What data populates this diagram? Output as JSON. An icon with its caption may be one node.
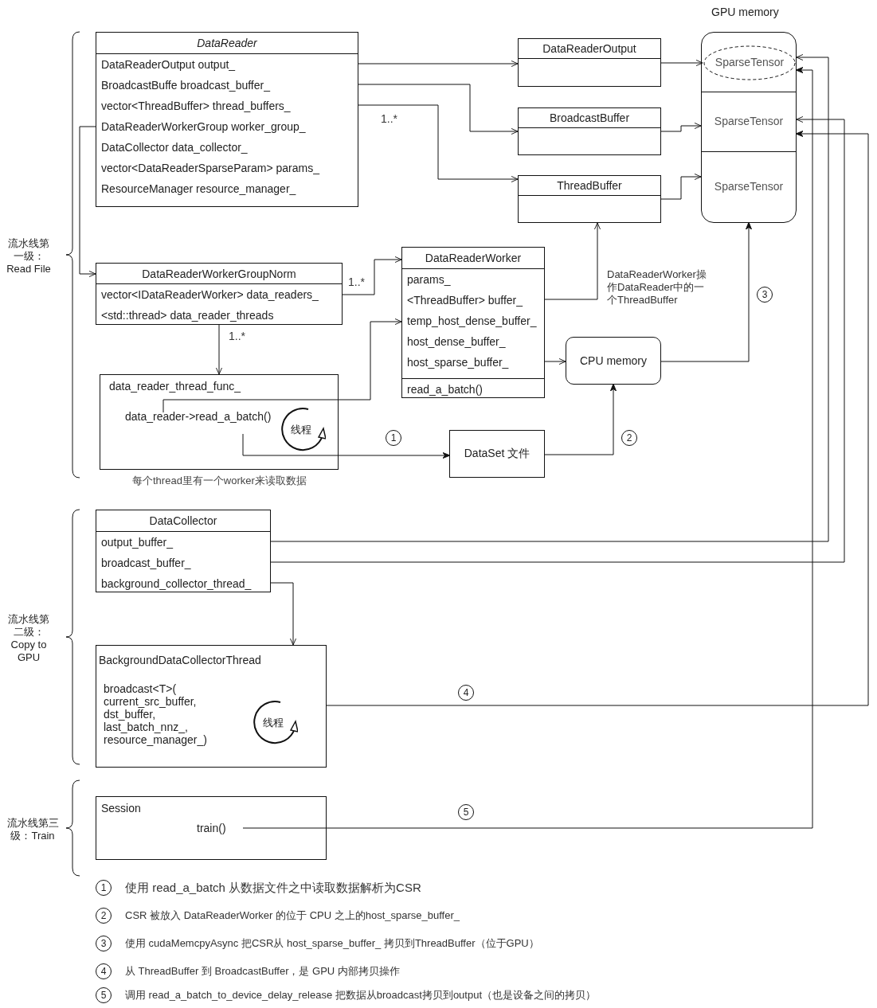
{
  "diagram": {
    "nodes": [
      {
        "text": [
          "DataReader",
          "DataReaderOutput output_",
          "BroadcastBuffe broadcast_buffer_",
          "vector<ThreadBuffer> thread_buffers_",
          "DataReaderWorkerGroup worker_group_",
          "DataCollector data_collector_",
          "vector<DataReaderSparseParam> params_",
          "ResourceManager resource_manager_"
        ]
      },
      {
        "text": [
          "DataReaderOutput"
        ]
      },
      {
        "text": [
          "BroadcastBuffer"
        ]
      },
      {
        "text": [
          "ThreadBuffer"
        ]
      },
      {
        "text": [
          "GPU memory"
        ]
      },
      {
        "text": [
          "SparseTensor"
        ],
        "in": 4
      },
      {
        "text": [
          "SparseTensor"
        ],
        "in": 4
      },
      {
        "text": [
          "SparseTensor"
        ],
        "in": 4
      },
      {
        "text": [
          "DataReaderWorkerGroupNorm",
          "vector<IDataReaderWorker> data_readers_",
          "<std::thread> data_reader_threads"
        ]
      },
      {
        "text": [
          "DataReaderWorker",
          "params_",
          "<ThreadBuffer> buffer_",
          "temp_host_dense_buffer_",
          "host_dense_buffer_",
          "host_sparse_buffer_",
          "read_a_batch()"
        ]
      },
      {
        "text": [
          "CPU memory"
        ]
      },
      {
        "text": [
          "data_reader_thread_func_",
          "data_reader->read_a_batch()"
        ],
        "beside": [
          "每个thread里有一个worker来读取数据"
        ]
      },
      {
        "text": [
          "线程"
        ],
        "in": 11
      },
      {
        "text": [
          "DataSet 文件"
        ]
      },
      {
        "text": [
          "DataCollector",
          "output_buffer_",
          "broadcast_buffer_",
          "background_collector_thread_"
        ]
      },
      {
        "text": [
          "BackgroundDataCollectorThread",
          "broadcast<T>( current_src_buffer, dst_buffer, last_batch_nnz_, resource_manager_)"
        ]
      },
      {
        "text": [
          "线程"
        ],
        "in": 15
      },
      {
        "text": [
          "Session",
          "train()"
        ]
      }
    ],
    "edges": [
      {
        "from": 0,
        "to": 1,
        "arrow": "to"
      },
      {
        "from": 0,
        "to": 2,
        "arrow": "to"
      },
      {
        "from": 0,
        "to": 3,
        "arrow": "to",
        "label": "1..*"
      },
      {
        "from": 0,
        "to": 8,
        "arrow": "to"
      },
      {
        "from": 1,
        "to": 5,
        "arrow": "to"
      },
      {
        "from": 2,
        "to": 6,
        "arrow": "to"
      },
      {
        "from": 3,
        "to": 7,
        "arrow": "to"
      },
      {
        "from": 8,
        "to": 9,
        "arrow": "to",
        "label": "1..*"
      },
      {
        "from": 8,
        "to": 11,
        "arrow": "to",
        "label": "1..*"
      },
      {
        "from": 11,
        "to": 9,
        "arrow": "to"
      },
      {
        "from": 9,
        "to": 3,
        "arrow": "to",
        "label": "DataReaderWorker操作DataReader中的一个ThreadBuffer"
      },
      {
        "from": 9,
        "to": 10,
        "arrow": "to"
      },
      {
        "from": 11,
        "to": 13,
        "arrow": "to",
        "label": "1"
      },
      {
        "from": 13,
        "to": 10,
        "arrow": "to",
        "label": "2"
      },
      {
        "from": 10,
        "to": 4,
        "arrow": "to",
        "label": "3"
      },
      {
        "from": 14,
        "to": 5,
        "arrow": "to"
      },
      {
        "from": 14,
        "to": 6,
        "arrow": "to"
      },
      {
        "from": 14,
        "to": 15,
        "arrow": "to"
      },
      {
        "from": 15,
        "to": 6,
        "arrow": "to",
        "label": "4"
      },
      {
        "from": 17,
        "to": 5,
        "arrow": "to",
        "label": "5"
      }
    ],
    "labels": [
      "流水线第一级：Read File",
      "流水线第二级：Copy to GPU",
      "流水线第三级：Train",
      "1",
      "使用 read_a_batch 从数据文件之中读取数据解析为CSR",
      "2",
      "CSR 被放入 DataReaderWorker 的位于 CPU 之上的host_sparse_buffer_",
      "3",
      "使用 cudaMemcpyAsync 把CSR从 host_sparse_buffer_ 拷贝到ThreadBuffer（位于GPU）",
      "4",
      "从 ThreadBuffer 到 BroadcastBuffer，是 GPU 内部拷贝操作",
      "5",
      "调用 read_a_batch_to_device_delay_release 把数据从broadcast拷贝到output（也是设备之间的拷贝）"
    ]
  }
}
